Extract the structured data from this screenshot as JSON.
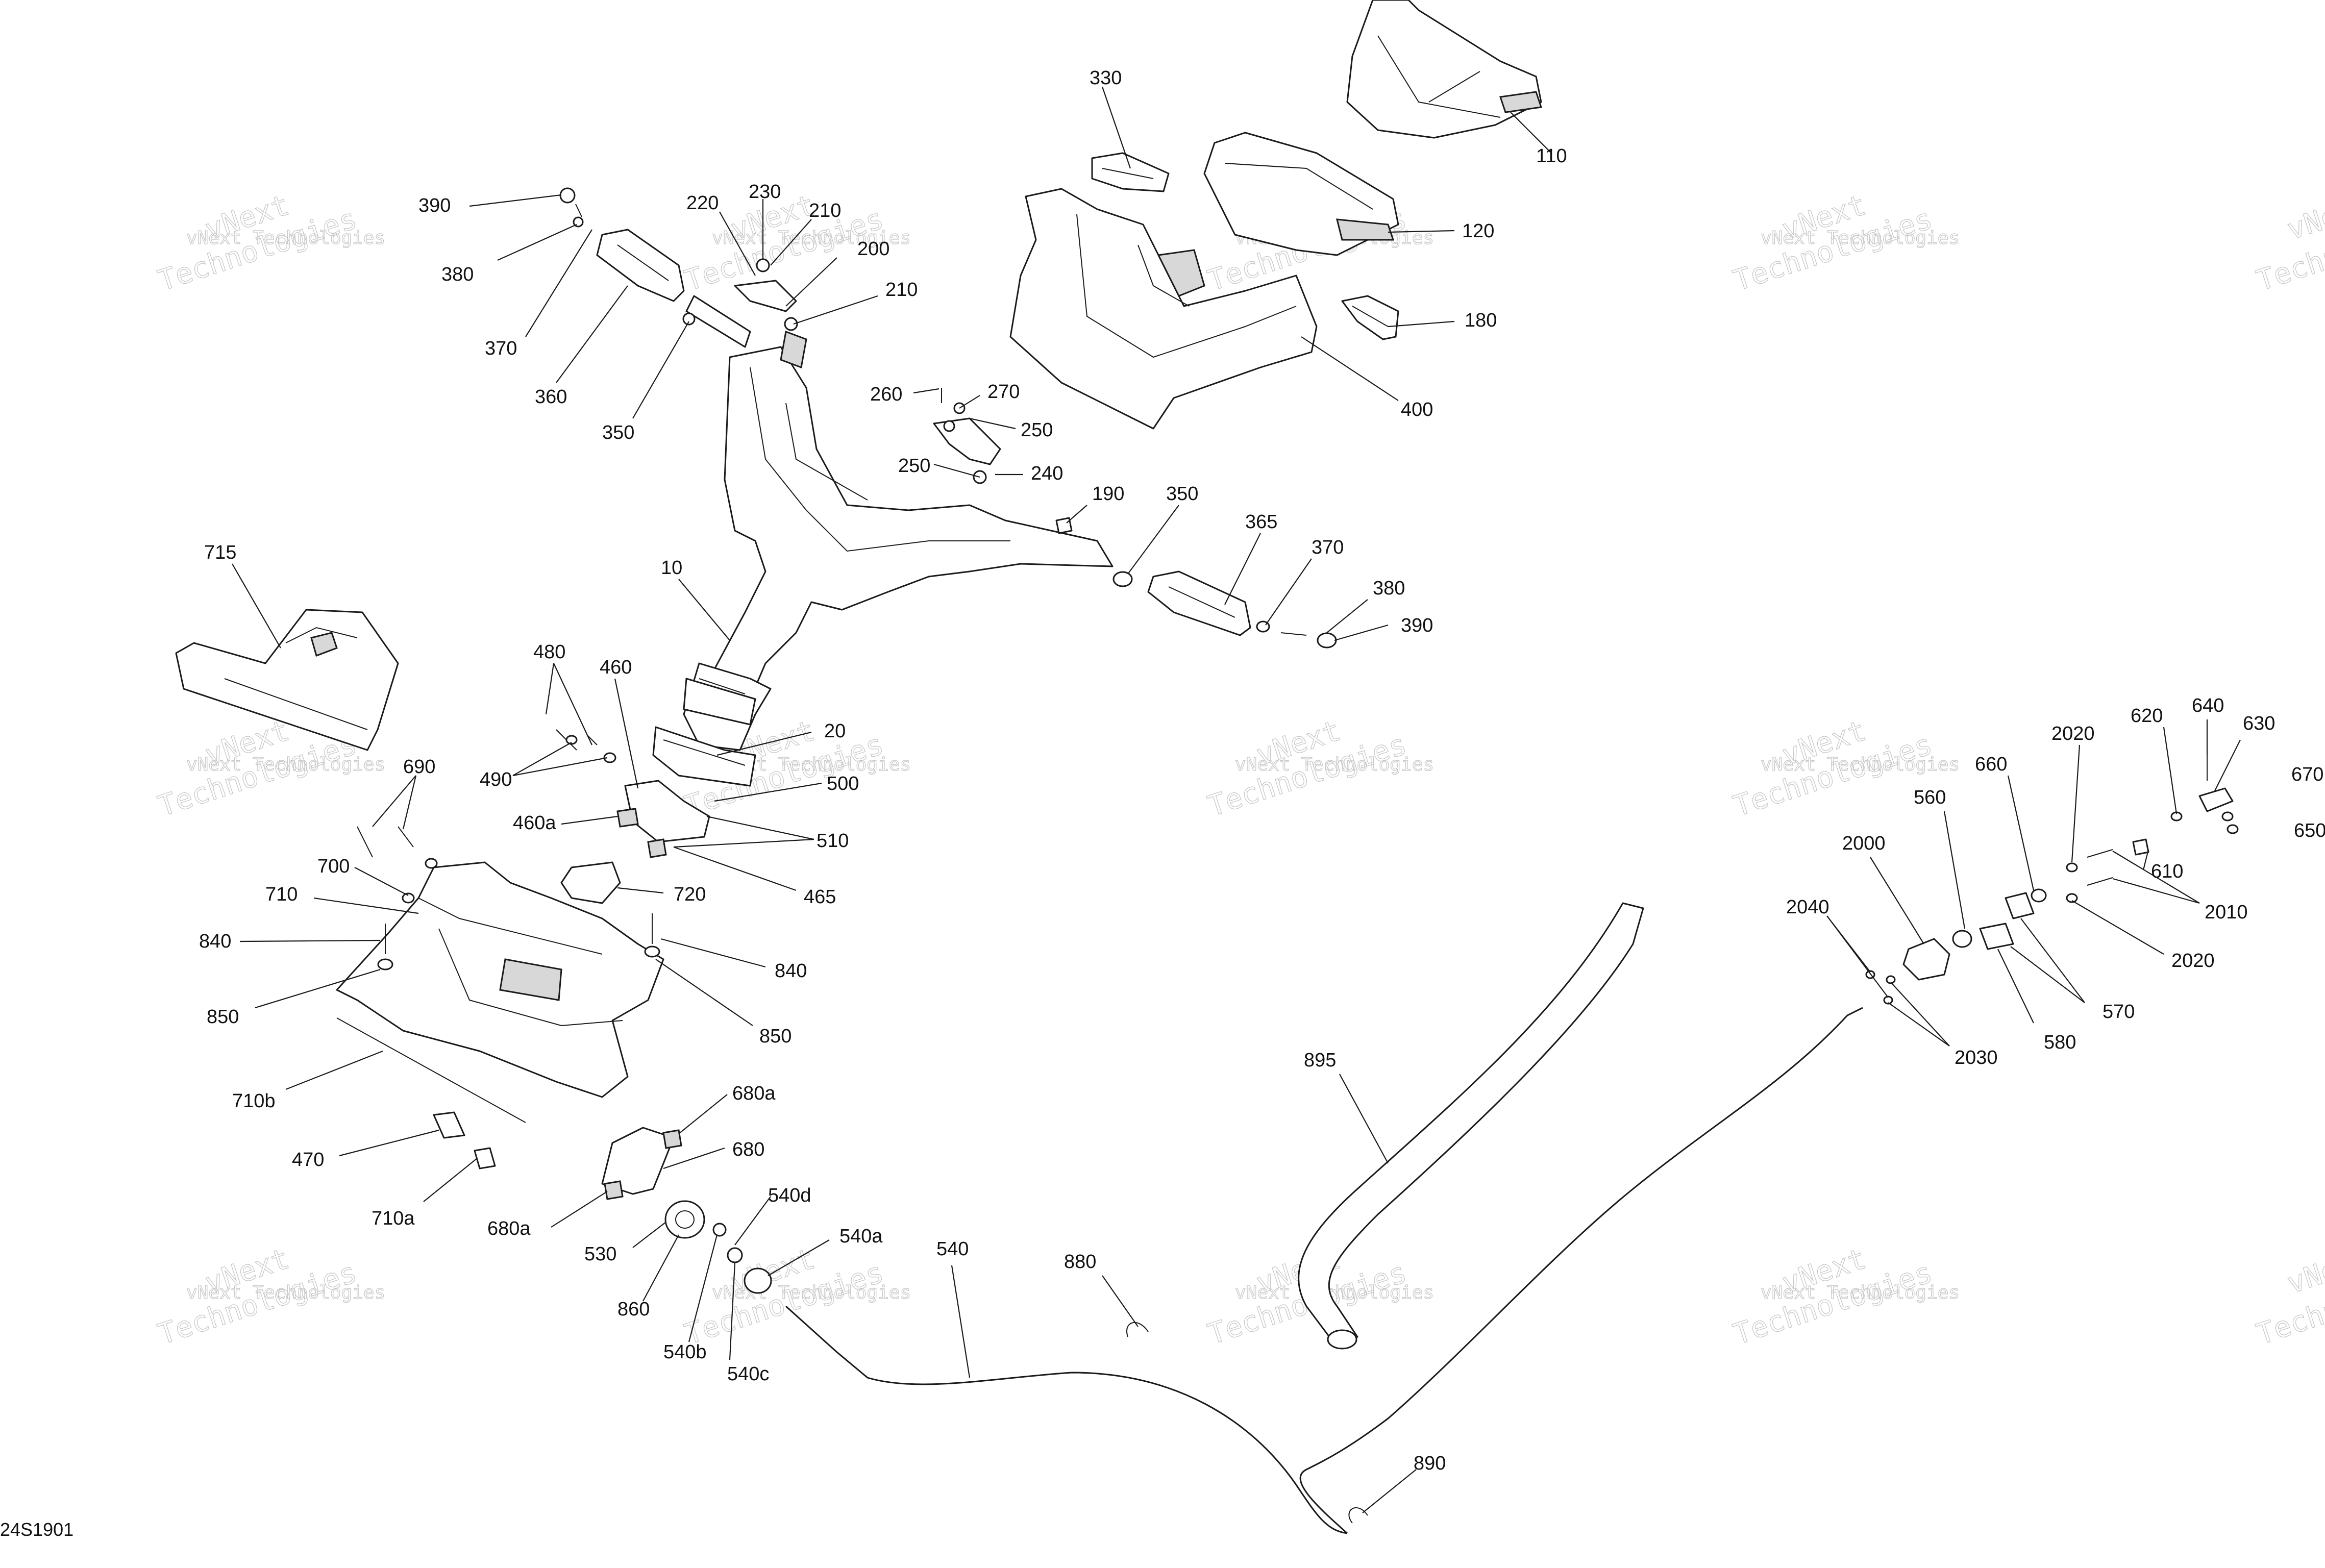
{
  "diagram": {
    "reference_code": "24S1901",
    "watermark_lines": [
      "vNext Technologies",
      "vNext",
      "Technologies"
    ]
  },
  "callouts": [
    {
      "id": "c110",
      "label": "110"
    },
    {
      "id": "c120",
      "label": "120"
    },
    {
      "id": "c180",
      "label": "180"
    },
    {
      "id": "c330",
      "label": "330"
    },
    {
      "id": "c400",
      "label": "400"
    },
    {
      "id": "c390a",
      "label": "390"
    },
    {
      "id": "c380a",
      "label": "380"
    },
    {
      "id": "c370a",
      "label": "370"
    },
    {
      "id": "c360",
      "label": "360"
    },
    {
      "id": "c350a",
      "label": "350"
    },
    {
      "id": "c220",
      "label": "220"
    },
    {
      "id": "c230",
      "label": "230"
    },
    {
      "id": "c210a",
      "label": "210"
    },
    {
      "id": "c200",
      "label": "200"
    },
    {
      "id": "c210b",
      "label": "210"
    },
    {
      "id": "c260",
      "label": "260"
    },
    {
      "id": "c270",
      "label": "270"
    },
    {
      "id": "c250a",
      "label": "250"
    },
    {
      "id": "c250b",
      "label": "250"
    },
    {
      "id": "c240",
      "label": "240"
    },
    {
      "id": "c190",
      "label": "190"
    },
    {
      "id": "c350b",
      "label": "350"
    },
    {
      "id": "c365",
      "label": "365"
    },
    {
      "id": "c370b",
      "label": "370"
    },
    {
      "id": "c380b",
      "label": "380"
    },
    {
      "id": "c390b",
      "label": "390"
    },
    {
      "id": "c715",
      "label": "715"
    },
    {
      "id": "c10",
      "label": "10"
    },
    {
      "id": "c480",
      "label": "480"
    },
    {
      "id": "c460",
      "label": "460"
    },
    {
      "id": "c20",
      "label": "20"
    },
    {
      "id": "c500",
      "label": "500"
    },
    {
      "id": "c490",
      "label": "490"
    },
    {
      "id": "c690",
      "label": "690"
    },
    {
      "id": "c460a",
      "label": "460a"
    },
    {
      "id": "c510",
      "label": "510"
    },
    {
      "id": "c700",
      "label": "700"
    },
    {
      "id": "c465",
      "label": "465"
    },
    {
      "id": "c720",
      "label": "720"
    },
    {
      "id": "c710",
      "label": "710"
    },
    {
      "id": "c840a",
      "label": "840"
    },
    {
      "id": "c840b",
      "label": "840"
    },
    {
      "id": "c850a",
      "label": "850"
    },
    {
      "id": "c850b",
      "label": "850"
    },
    {
      "id": "c710b",
      "label": "710b"
    },
    {
      "id": "c680a1",
      "label": "680a"
    },
    {
      "id": "c680",
      "label": "680"
    },
    {
      "id": "c470",
      "label": "470"
    },
    {
      "id": "c710a",
      "label": "710a"
    },
    {
      "id": "c680a2",
      "label": "680a"
    },
    {
      "id": "c540d",
      "label": "540d"
    },
    {
      "id": "c540a",
      "label": "540a"
    },
    {
      "id": "c530",
      "label": "530"
    },
    {
      "id": "c860",
      "label": "860"
    },
    {
      "id": "c540b",
      "label": "540b"
    },
    {
      "id": "c540c",
      "label": "540c"
    },
    {
      "id": "c540",
      "label": "540"
    },
    {
      "id": "c880",
      "label": "880"
    },
    {
      "id": "c895",
      "label": "895"
    },
    {
      "id": "c890",
      "label": "890"
    },
    {
      "id": "c640",
      "label": "640"
    },
    {
      "id": "c620",
      "label": "620"
    },
    {
      "id": "c630",
      "label": "630"
    },
    {
      "id": "c2020a",
      "label": "2020"
    },
    {
      "id": "c670",
      "label": "670"
    },
    {
      "id": "c660",
      "label": "660"
    },
    {
      "id": "c650",
      "label": "650"
    },
    {
      "id": "c560",
      "label": "560"
    },
    {
      "id": "c2000",
      "label": "2000"
    },
    {
      "id": "c610",
      "label": "610"
    },
    {
      "id": "c2010",
      "label": "2010"
    },
    {
      "id": "c2040",
      "label": "2040"
    },
    {
      "id": "c2020b",
      "label": "2020"
    },
    {
      "id": "c570",
      "label": "570"
    },
    {
      "id": "c580",
      "label": "580"
    },
    {
      "id": "c2030",
      "label": "2030"
    }
  ]
}
